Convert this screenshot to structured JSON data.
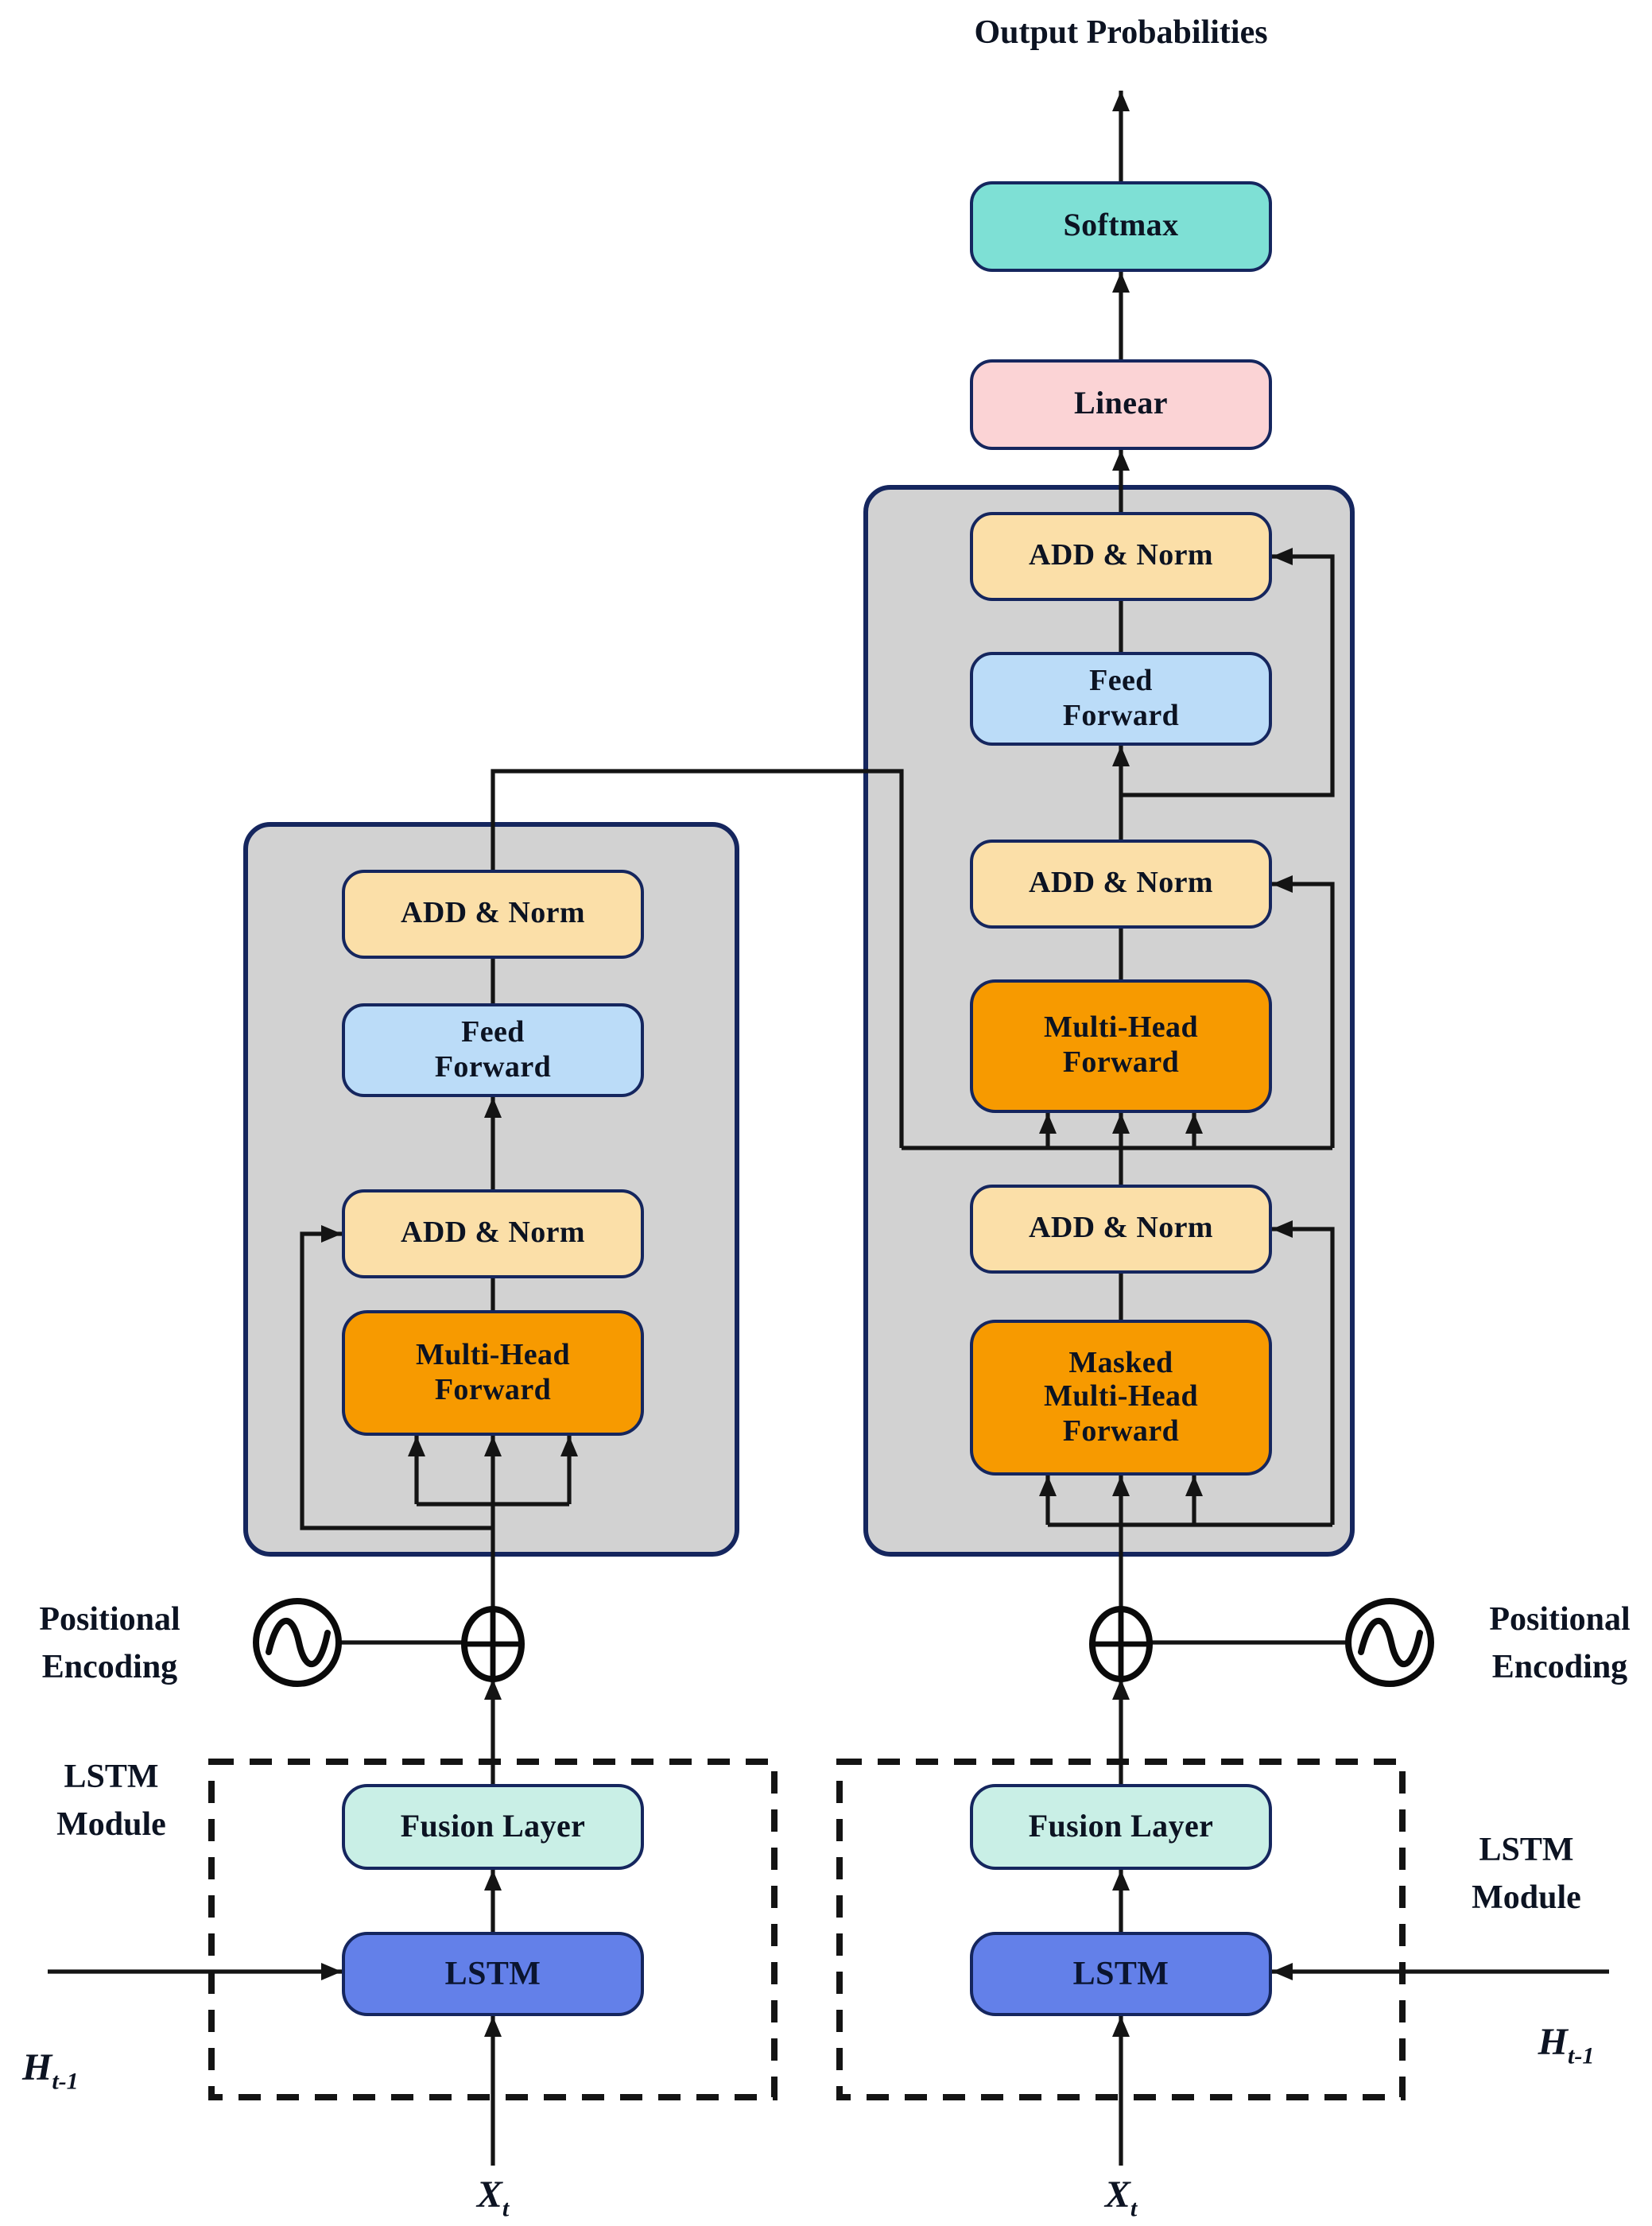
{
  "diagram": {
    "output_label": [
      "Output",
      "Probabilities"
    ],
    "boxes": {
      "softmax": "Softmax",
      "linear": "Linear",
      "add_norm": "ADD & Norm",
      "feed_forward": [
        "Feed",
        "Forward"
      ],
      "multi_head_forward": [
        "Multi-Head",
        "Forward"
      ],
      "masked_multi_head_forward": [
        "Masked",
        "Multi-Head",
        "Forward"
      ],
      "fusion_layer": "Fusion Layer",
      "lstm": "LSTM"
    },
    "side_labels": {
      "positional_encoding": [
        "Positional",
        "Encoding"
      ],
      "lstm_module": [
        "LSTM",
        "Module"
      ]
    },
    "io_labels": {
      "hidden_base": "H",
      "hidden_sub": "t-1",
      "input_base": "X",
      "input_sub": "t"
    },
    "icons": {
      "sine": "sine-wave-icon",
      "plus": "plus-add-icon"
    },
    "colors": {
      "softmax_teal": "#7ee0d5",
      "linear_pink": "#fbd3d5",
      "add_norm_peach": "#fbdfa8",
      "feed_forward_blue": "#bbdcf8",
      "attention_orange": "#f79a00",
      "fusion_mint": "#c9efe6",
      "lstm_blue": "#6380e9",
      "container_gray": "#d2d2d2",
      "border_navy": "#15265e",
      "line_black": "#141414"
    }
  }
}
